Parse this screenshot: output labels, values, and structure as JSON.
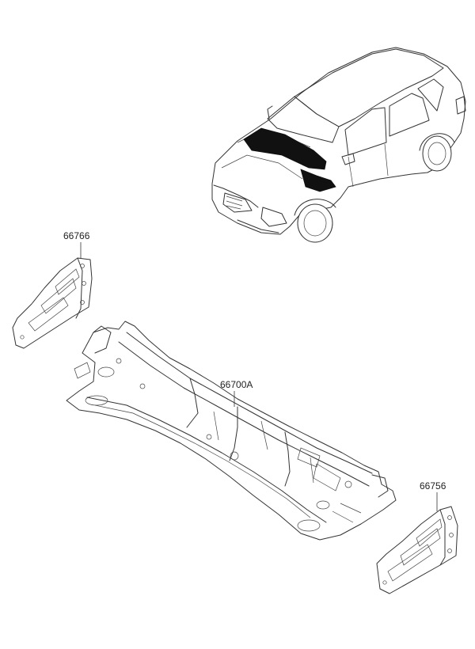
{
  "parts": [
    {
      "id": "p1",
      "number": "66766"
    },
    {
      "id": "p2",
      "number": "66700A"
    },
    {
      "id": "p3",
      "number": "66756"
    }
  ]
}
